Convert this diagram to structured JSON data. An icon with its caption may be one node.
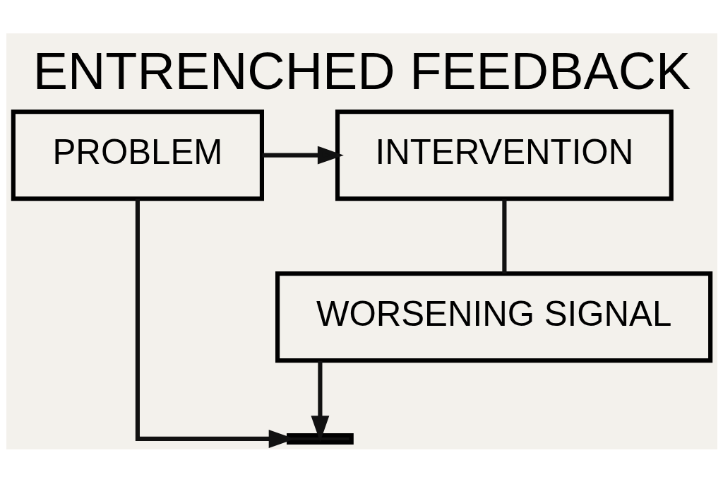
{
  "diagram": {
    "title": "ENTRENCHED FEEDBACK",
    "nodes": [
      {
        "text": [
          "PROBLEM"
        ]
      },
      {
        "text": [
          "INTERVENTION"
        ]
      },
      {
        "text": [
          "WORSENING SIGNAL"
        ]
      },
      {
        "text": [],
        "shape": "bar"
      }
    ],
    "edges": [
      {
        "from": 0,
        "to": 1,
        "arrow": "to"
      },
      {
        "from": 1,
        "to": 2,
        "arrow": "none"
      },
      {
        "from": 0,
        "to": 3,
        "arrow": "to"
      },
      {
        "from": 2,
        "to": 3,
        "arrow": "to"
      }
    ]
  }
}
